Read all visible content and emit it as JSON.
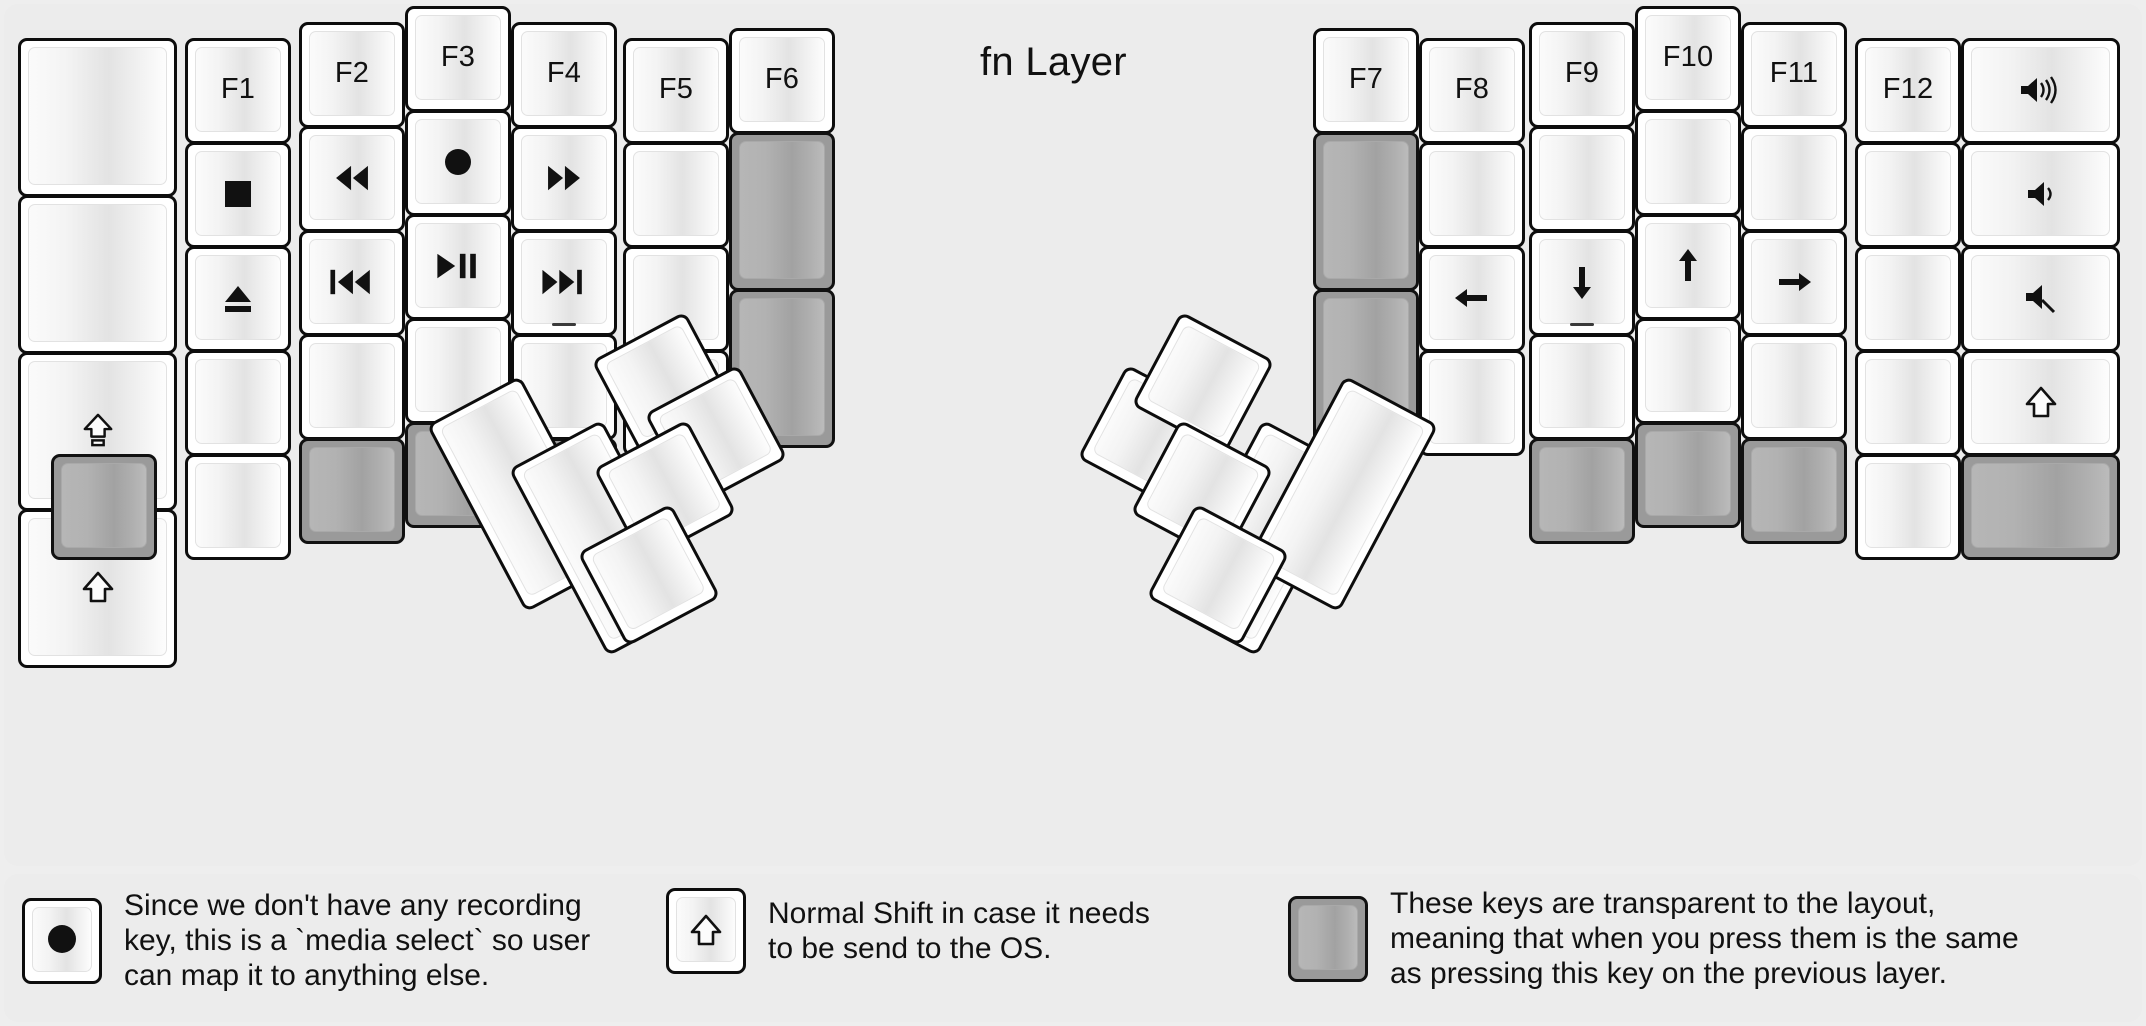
{
  "title": "fn Layer",
  "colors": {
    "background": "#eeeeee",
    "panel": "#ececec",
    "key_face": "#ffffff",
    "key_border": "#0d0d0d",
    "transparent_key": "#9a9a9a",
    "text": "#111111"
  },
  "legend": [
    {
      "icon": "record-dot-icon",
      "key_kind": "normal",
      "text": "Since we don't have any recording\nkey, this is a `media select` so user\ncan map it to anything else."
    },
    {
      "icon": "shift-arrow-icon",
      "key_kind": "normal",
      "text": "Normal Shift in case it needs\nto be send to the OS."
    },
    {
      "icon": "none",
      "key_kind": "transparent",
      "text": "These keys are transparent to the layout,\nmeaning that when you press them is the same\nas pressing this key on the previous layer."
    }
  ],
  "left_half": {
    "columns": [
      {
        "name": "col-pinky-outer",
        "keys": [
          {
            "label": "",
            "icon": "none",
            "kind": "normal",
            "unit": "1.5u"
          },
          {
            "label": "",
            "icon": "none",
            "kind": "normal",
            "unit": "1.5u"
          },
          {
            "label": "",
            "icon": "caps-lock-icon",
            "kind": "normal",
            "unit": "1.5u"
          },
          {
            "label": "",
            "icon": "shift-arrow-icon",
            "kind": "normal",
            "unit": "1.5u"
          }
        ]
      },
      {
        "name": "col-pinky",
        "keys": [
          {
            "label": "F1",
            "icon": "none",
            "kind": "normal",
            "unit": "1u"
          },
          {
            "label": "",
            "icon": "media-stop-icon",
            "kind": "normal",
            "unit": "1u"
          },
          {
            "label": "",
            "icon": "media-eject-icon",
            "kind": "normal",
            "unit": "1u"
          },
          {
            "label": "",
            "icon": "none",
            "kind": "normal",
            "unit": "1u"
          },
          {
            "label": "",
            "icon": "none",
            "kind": "normal",
            "unit": "1u"
          }
        ],
        "extra_bottom_left": {
          "label": "",
          "icon": "none",
          "kind": "transparent",
          "unit": "1u"
        }
      },
      {
        "name": "col-ring",
        "keys": [
          {
            "label": "F2",
            "icon": "none",
            "kind": "normal",
            "unit": "1u"
          },
          {
            "label": "",
            "icon": "media-rewind-icon",
            "kind": "normal",
            "unit": "1u"
          },
          {
            "label": "",
            "icon": "media-prev-icon",
            "kind": "normal",
            "unit": "1u"
          },
          {
            "label": "",
            "icon": "none",
            "kind": "normal",
            "unit": "1u"
          },
          {
            "label": "",
            "icon": "none",
            "kind": "transparent",
            "unit": "1u"
          }
        ]
      },
      {
        "name": "col-middle",
        "keys": [
          {
            "label": "F3",
            "icon": "none",
            "kind": "normal",
            "unit": "1u"
          },
          {
            "label": "",
            "icon": "media-record-icon",
            "kind": "normal",
            "unit": "1u"
          },
          {
            "label": "",
            "icon": "media-playpause-icon",
            "kind": "normal",
            "unit": "1u"
          },
          {
            "label": "",
            "icon": "none",
            "kind": "normal",
            "unit": "1u"
          },
          {
            "label": "",
            "icon": "none",
            "kind": "transparent",
            "unit": "1u"
          }
        ]
      },
      {
        "name": "col-index",
        "keys": [
          {
            "label": "F4",
            "icon": "none",
            "kind": "normal",
            "unit": "1u"
          },
          {
            "label": "",
            "icon": "media-forward-icon",
            "kind": "normal",
            "unit": "1u"
          },
          {
            "label": "",
            "icon": "media-next-icon",
            "kind": "normal",
            "unit": "1u",
            "homing": true
          },
          {
            "label": "",
            "icon": "none",
            "kind": "normal",
            "unit": "1u"
          },
          {
            "label": "",
            "icon": "none",
            "kind": "transparent",
            "unit": "1u"
          }
        ]
      },
      {
        "name": "col-index-inner",
        "keys": [
          {
            "label": "F5",
            "icon": "none",
            "kind": "normal",
            "unit": "1u"
          },
          {
            "label": "",
            "icon": "none",
            "kind": "normal",
            "unit": "1u"
          },
          {
            "label": "",
            "icon": "none",
            "kind": "normal",
            "unit": "1u"
          },
          {
            "label": "",
            "icon": "none",
            "kind": "normal",
            "unit": "1u"
          }
        ]
      },
      {
        "name": "col-inner",
        "keys": [
          {
            "label": "F6",
            "icon": "none",
            "kind": "normal",
            "unit": "1u"
          },
          {
            "label": "",
            "icon": "none",
            "kind": "transparent",
            "unit": "1.5u"
          },
          {
            "label": "",
            "icon": "none",
            "kind": "transparent",
            "unit": "1.5u"
          }
        ]
      }
    ],
    "thumb_cluster": [
      {
        "name": "thumb-l-big-1",
        "icon": "none",
        "kind": "normal",
        "unit": "2u"
      },
      {
        "name": "thumb-l-big-2",
        "icon": "none",
        "kind": "normal",
        "unit": "2u"
      },
      {
        "name": "thumb-l-small-1",
        "icon": "none",
        "kind": "normal",
        "unit": "1u"
      },
      {
        "name": "thumb-l-small-2",
        "icon": "none",
        "kind": "normal",
        "unit": "1u"
      },
      {
        "name": "thumb-l-small-3",
        "icon": "none",
        "kind": "normal",
        "unit": "1u"
      },
      {
        "name": "thumb-l-small-4",
        "icon": "none",
        "kind": "normal",
        "unit": "1u"
      }
    ]
  },
  "right_half": {
    "columns": [
      {
        "name": "col-inner",
        "keys": [
          {
            "label": "F7",
            "icon": "none",
            "kind": "normal",
            "unit": "1u"
          },
          {
            "label": "",
            "icon": "none",
            "kind": "transparent",
            "unit": "1.5u"
          },
          {
            "label": "",
            "icon": "none",
            "kind": "transparent",
            "unit": "1.5u"
          }
        ]
      },
      {
        "name": "col-index-inner",
        "keys": [
          {
            "label": "F8",
            "icon": "none",
            "kind": "normal",
            "unit": "1u"
          },
          {
            "label": "",
            "icon": "none",
            "kind": "normal",
            "unit": "1u"
          },
          {
            "label": "",
            "icon": "arrow-left-icon",
            "kind": "normal",
            "unit": "1u"
          },
          {
            "label": "",
            "icon": "none",
            "kind": "normal",
            "unit": "1u"
          }
        ]
      },
      {
        "name": "col-index",
        "keys": [
          {
            "label": "F9",
            "icon": "none",
            "kind": "normal",
            "unit": "1u"
          },
          {
            "label": "",
            "icon": "none",
            "kind": "normal",
            "unit": "1u"
          },
          {
            "label": "",
            "icon": "arrow-down-icon",
            "kind": "normal",
            "unit": "1u",
            "homing": true
          },
          {
            "label": "",
            "icon": "none",
            "kind": "normal",
            "unit": "1u"
          },
          {
            "label": "",
            "icon": "none",
            "kind": "transparent",
            "unit": "1u"
          }
        ]
      },
      {
        "name": "col-middle",
        "keys": [
          {
            "label": "F10",
            "icon": "none",
            "kind": "normal",
            "unit": "1u"
          },
          {
            "label": "",
            "icon": "none",
            "kind": "normal",
            "unit": "1u"
          },
          {
            "label": "",
            "icon": "arrow-up-icon",
            "kind": "normal",
            "unit": "1u"
          },
          {
            "label": "",
            "icon": "none",
            "kind": "normal",
            "unit": "1u"
          },
          {
            "label": "",
            "icon": "none",
            "kind": "transparent",
            "unit": "1u"
          }
        ]
      },
      {
        "name": "col-ring",
        "keys": [
          {
            "label": "F11",
            "icon": "none",
            "kind": "normal",
            "unit": "1u"
          },
          {
            "label": "",
            "icon": "none",
            "kind": "normal",
            "unit": "1u"
          },
          {
            "label": "",
            "icon": "arrow-right-icon",
            "kind": "normal",
            "unit": "1u"
          },
          {
            "label": "",
            "icon": "none",
            "kind": "normal",
            "unit": "1u"
          },
          {
            "label": "",
            "icon": "none",
            "kind": "transparent",
            "unit": "1u"
          }
        ]
      },
      {
        "name": "col-pinky",
        "keys": [
          {
            "label": "F12",
            "icon": "none",
            "kind": "normal",
            "unit": "1u"
          },
          {
            "label": "",
            "icon": "none",
            "kind": "normal",
            "unit": "1u"
          },
          {
            "label": "",
            "icon": "none",
            "kind": "normal",
            "unit": "1u"
          },
          {
            "label": "",
            "icon": "none",
            "kind": "normal",
            "unit": "1u"
          },
          {
            "label": "",
            "icon": "none",
            "kind": "normal",
            "unit": "1u"
          }
        ]
      },
      {
        "name": "col-pinky-outer",
        "keys": [
          {
            "label": "",
            "icon": "volume-up-icon",
            "kind": "normal",
            "unit": "1.5u"
          },
          {
            "label": "",
            "icon": "volume-down-icon",
            "kind": "normal",
            "unit": "1.5u"
          },
          {
            "label": "",
            "icon": "volume-mute-icon",
            "kind": "normal",
            "unit": "1.5u"
          },
          {
            "label": "",
            "icon": "shift-arrow-icon",
            "kind": "normal",
            "unit": "1.5u"
          },
          {
            "label": "",
            "icon": "none",
            "kind": "transparent",
            "unit": "1.5u"
          }
        ]
      }
    ],
    "thumb_cluster": [
      {
        "name": "thumb-r-big-1",
        "icon": "none",
        "kind": "normal",
        "unit": "2u"
      },
      {
        "name": "thumb-r-big-2",
        "icon": "none",
        "kind": "normal",
        "unit": "2u"
      },
      {
        "name": "thumb-r-small-1",
        "icon": "none",
        "kind": "normal",
        "unit": "1u"
      },
      {
        "name": "thumb-r-small-2",
        "icon": "none",
        "kind": "normal",
        "unit": "1u"
      },
      {
        "name": "thumb-r-small-3",
        "icon": "none",
        "kind": "normal",
        "unit": "1u"
      },
      {
        "name": "thumb-r-small-4",
        "icon": "none",
        "kind": "normal",
        "unit": "1u"
      }
    ]
  }
}
